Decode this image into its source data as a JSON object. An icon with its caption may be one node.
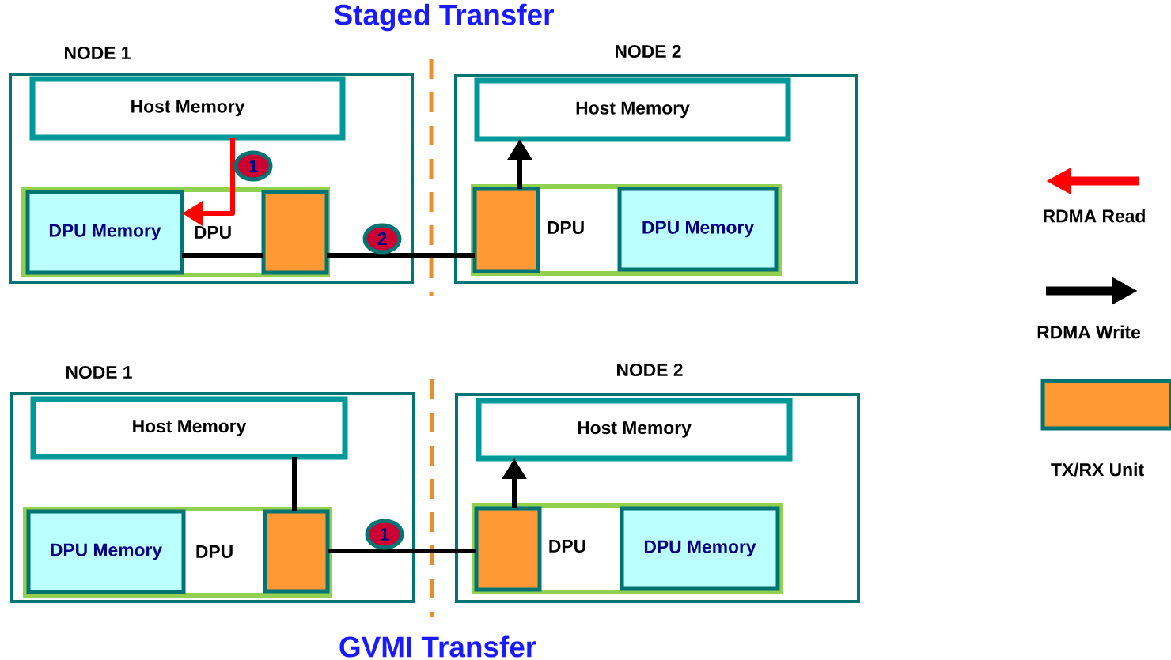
{
  "diagram": {
    "title": "Staged Transfer",
    "nodes": [
      {
        "text": [
          "NODE 1"
        ]
      },
      {
        "text": [
          "Host Memory"
        ],
        "in": 0
      },
      {
        "text": [
          "DPU"
        ],
        "in": 0
      },
      {
        "text": [
          "DPU Memory"
        ],
        "in": 2
      },
      {
        "text": [],
        "shape": "box",
        "in": 2
      },
      {
        "text": [
          "NODE 2"
        ]
      },
      {
        "text": [
          "Host Memory"
        ],
        "in": 5
      },
      {
        "text": [
          "DPU"
        ],
        "in": 5
      },
      {
        "text": [],
        "shape": "box",
        "in": 7
      },
      {
        "text": [
          "DPU Memory"
        ],
        "in": 7
      },
      {
        "text": [
          "NODE 1"
        ]
      },
      {
        "text": [
          "Host Memory"
        ],
        "in": 10
      },
      {
        "text": [
          "DPU"
        ],
        "in": 10
      },
      {
        "text": [
          "DPU Memory"
        ],
        "in": 12
      },
      {
        "text": [],
        "shape": "box",
        "in": 12
      },
      {
        "text": [
          "NODE 2"
        ]
      },
      {
        "text": [
          "Host Memory"
        ],
        "in": 15
      },
      {
        "text": [
          "DPU"
        ],
        "in": 15
      },
      {
        "text": [],
        "shape": "box",
        "in": 17
      },
      {
        "text": [
          "DPU Memory"
        ],
        "in": 17
      }
    ],
    "edges": [
      {
        "from": 1,
        "to": 3,
        "arrow": "to",
        "label": "1",
        "color": "#ff0000"
      },
      {
        "from": 3,
        "to": 4,
        "arrow": "none"
      },
      {
        "from": 4,
        "to": 8,
        "arrow": "none",
        "label": "2"
      },
      {
        "from": 8,
        "to": 6,
        "arrow": "to"
      },
      {
        "from": 11,
        "to": 14,
        "arrow": "none"
      },
      {
        "from": 14,
        "to": 18,
        "arrow": "none",
        "label": "1"
      },
      {
        "from": 18,
        "to": 16,
        "arrow": "to"
      }
    ],
    "labels": [
      "GVMI Transfer"
    ],
    "legend": [
      {
        "text": "RDMA Read"
      },
      {
        "text": "RDMA Write"
      },
      {
        "text": "TX/RX Unit",
        "color": "#ff9933"
      }
    ]
  }
}
